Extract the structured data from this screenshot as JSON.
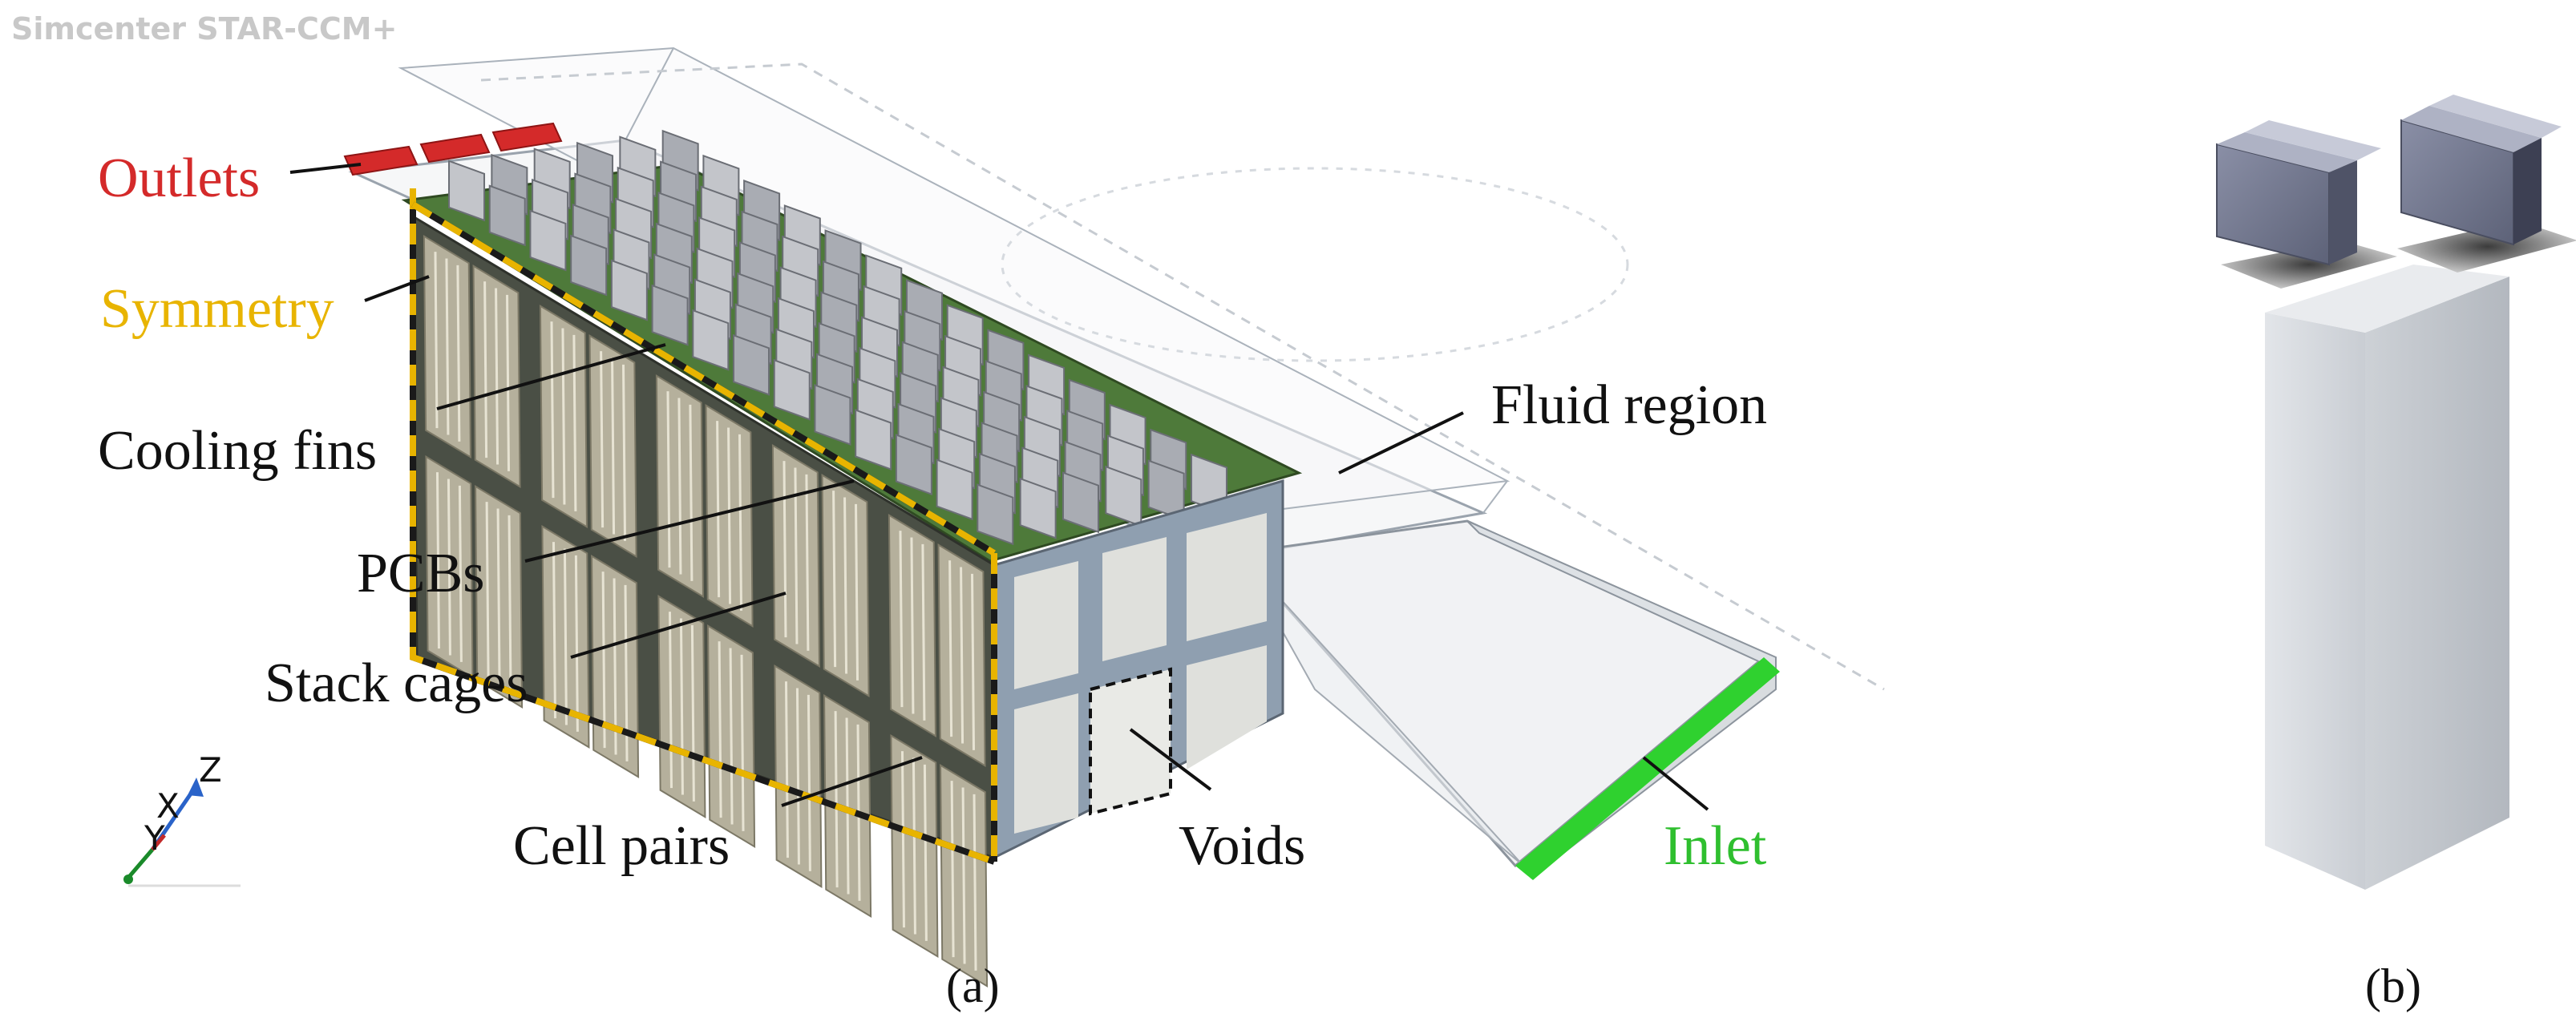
{
  "watermark": "Simcenter STAR-CCM+",
  "labels": {
    "outlets": "Outlets",
    "symmetry": "Symmetry",
    "cooling_fins": "Cooling fins",
    "pcbs": "PCBs",
    "stack_cages": "Stack cages",
    "cell_pairs": "Cell pairs",
    "voids": "Voids",
    "fluid_region": "Fluid region",
    "inlet": "Inlet"
  },
  "captions": {
    "a": "(a)",
    "b": "(b)"
  },
  "axes": {
    "z": "Z",
    "x": "X",
    "y": "Y"
  },
  "colors": {
    "outlet": "#d42a2a",
    "symmetry": "#e8b400",
    "inlet": "#2fd12f",
    "pcb": "#4e7a3a",
    "cage": "#4a4f45",
    "cell": "#b5b09c",
    "frame": "#8f9fb0",
    "text": "#111111"
  }
}
